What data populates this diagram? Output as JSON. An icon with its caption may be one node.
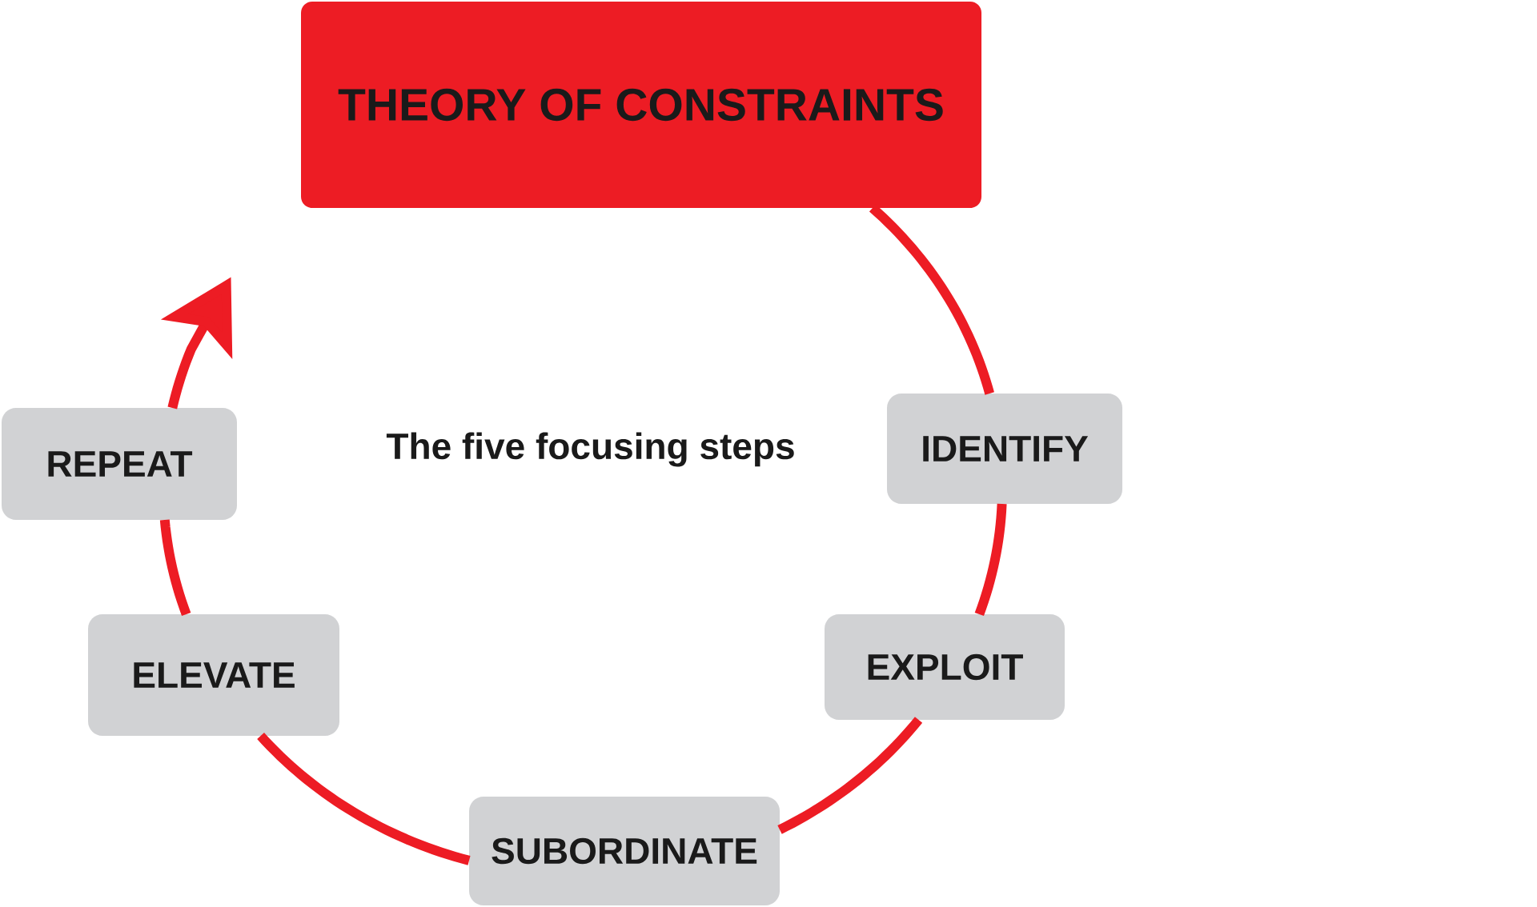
{
  "diagram": {
    "nodes": [
      {
        "text": [
          "THEORY OF CONSTRAINTS"
        ]
      },
      {
        "text": [
          "IDENTIFY"
        ]
      },
      {
        "text": [
          "EXPLOIT"
        ]
      },
      {
        "text": [
          "SUBORDINATE"
        ]
      },
      {
        "text": [
          "ELEVATE"
        ]
      },
      {
        "text": [
          "REPEAT"
        ]
      }
    ],
    "edges": [
      {
        "from": 0,
        "to": 1,
        "arrow": "none"
      },
      {
        "from": 1,
        "to": 2,
        "arrow": "none"
      },
      {
        "from": 2,
        "to": 3,
        "arrow": "none"
      },
      {
        "from": 3,
        "to": 4,
        "arrow": "none"
      },
      {
        "from": 4,
        "to": 5,
        "arrow": "none"
      },
      {
        "from": 5,
        "to": null,
        "arrow": "to"
      }
    ],
    "labels": [
      "The five focusing steps"
    ]
  }
}
